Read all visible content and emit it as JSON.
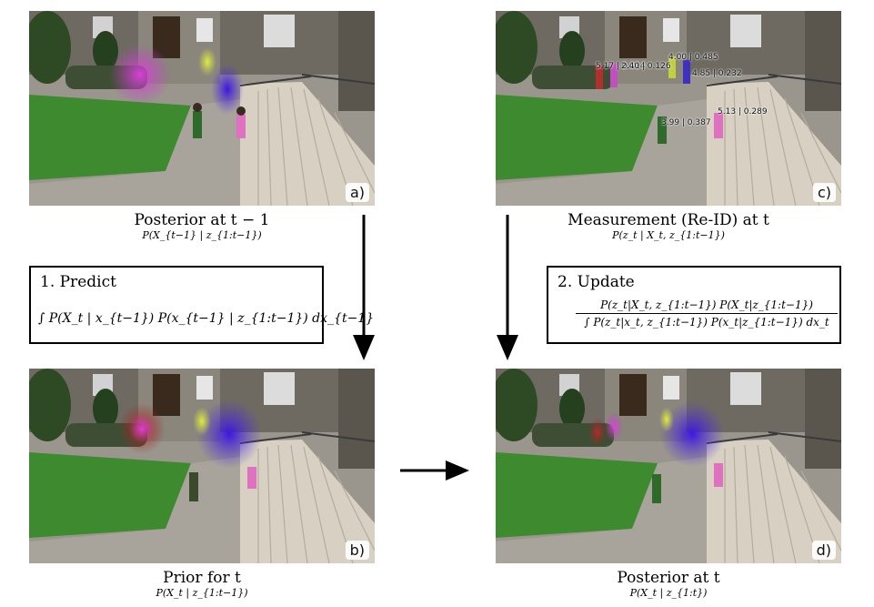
{
  "panels": {
    "a": {
      "tag": "a)",
      "caption": "Posterior at t − 1",
      "formula": "P(X_{t−1} | z_{1:t−1})"
    },
    "b": {
      "tag": "b)",
      "caption": "Prior for t",
      "formula": "P(X_t | z_{1:t−1})"
    },
    "c": {
      "tag": "c)",
      "caption": "Measurement (Re-ID) at t",
      "formula": "P(z_t | X_t, z_{1:t−1})"
    },
    "d": {
      "tag": "d)",
      "caption": "Posterior at t",
      "formula": "P(X_t | z_{1:t})"
    }
  },
  "predict_box": {
    "title": "1. Predict",
    "formula": "∫ P(X_t | x_{t−1}) P(x_{t−1} | z_{1:t−1}) dx_{t−1}"
  },
  "update_box": {
    "title": "2. Update",
    "numerator": "P(z_t|X_t, z_{1:t−1}) P(X_t|z_{1:t−1})",
    "denominator": "∫ P(z_t|x_t, z_{1:t−1}) P(x_t|z_{1:t−1}) dx_t"
  },
  "reid_labels": [
    "5.17 | 0.114",
    "2.40 | 0.126",
    "4.00 | 0.485",
    "4.85 | 0.232",
    "3.99 | 0.387",
    "5.13 | 0.289"
  ],
  "colors": {
    "arrow": "#000000",
    "grass": "#3d8a2f",
    "stone": "#a8a49c",
    "stairs": "#d8d0c2",
    "building": "#6e6a62"
  }
}
